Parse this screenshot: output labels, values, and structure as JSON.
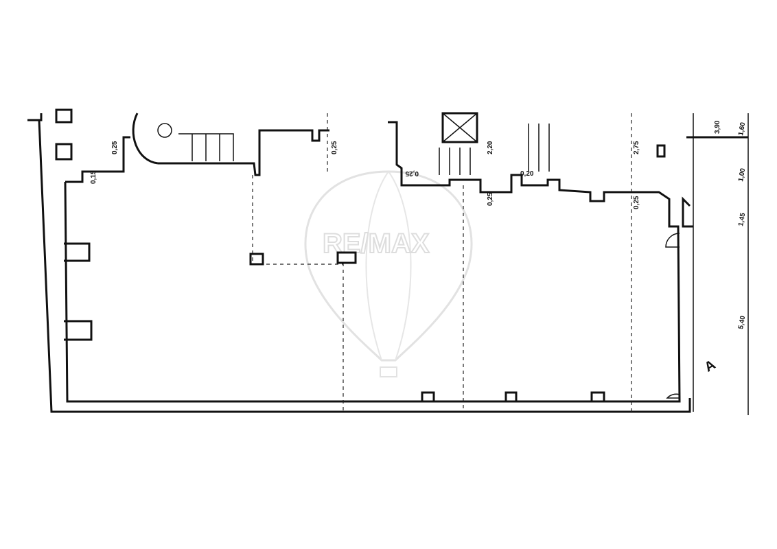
{
  "plan": {
    "watermark": "RE/MAX",
    "section_marker": "A",
    "dimensions": {
      "wall_025_a": "0,25",
      "wall_025_b": "0,25",
      "wall_025_c": "0,25",
      "wall_025_d": "0,25",
      "wall_015": "0,15",
      "wall_020": "0,20",
      "wall_025_e": "0,25",
      "height_220": "2,20",
      "height_275": "2,75",
      "right_390": "3,90",
      "right_160": "1,60",
      "right_100": "1,00",
      "right_145": "1,45",
      "right_540": "5,40"
    }
  }
}
